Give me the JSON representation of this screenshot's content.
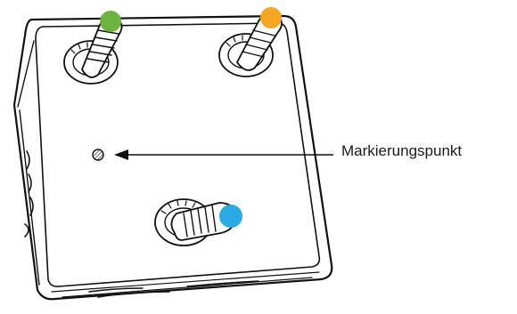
{
  "callout": {
    "label": "Markierungspunkt"
  },
  "knobs": [
    {
      "name": "green",
      "color": "#6db33f"
    },
    {
      "name": "orange",
      "color": "#f5a623"
    },
    {
      "name": "blue",
      "color": "#29aae2"
    }
  ],
  "line_color": "#111111"
}
